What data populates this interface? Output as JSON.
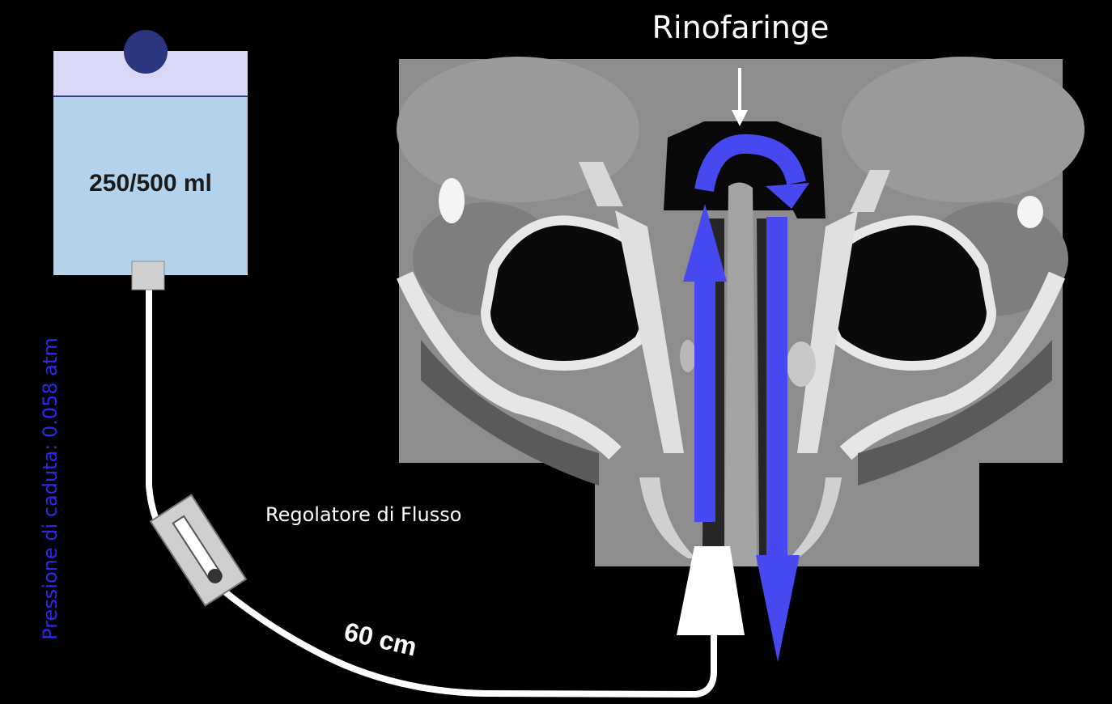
{
  "title": "Rinofaringe",
  "bag": {
    "volume_label": "250/500 ml"
  },
  "regulator_label": "Regolatore di Flusso",
  "tube_length_label": "60 cm",
  "pressure_label": "Pressione di caduta: 0.058 atm",
  "colors": {
    "background": "#000000",
    "bag_top": "#d8d8f5",
    "bag_body": "#b3d3ec",
    "bag_cap": "#2b3580",
    "flow_arrows": "#4848f0",
    "pressure_text": "#2a2af0",
    "ct_background": "#8e8e8e"
  }
}
